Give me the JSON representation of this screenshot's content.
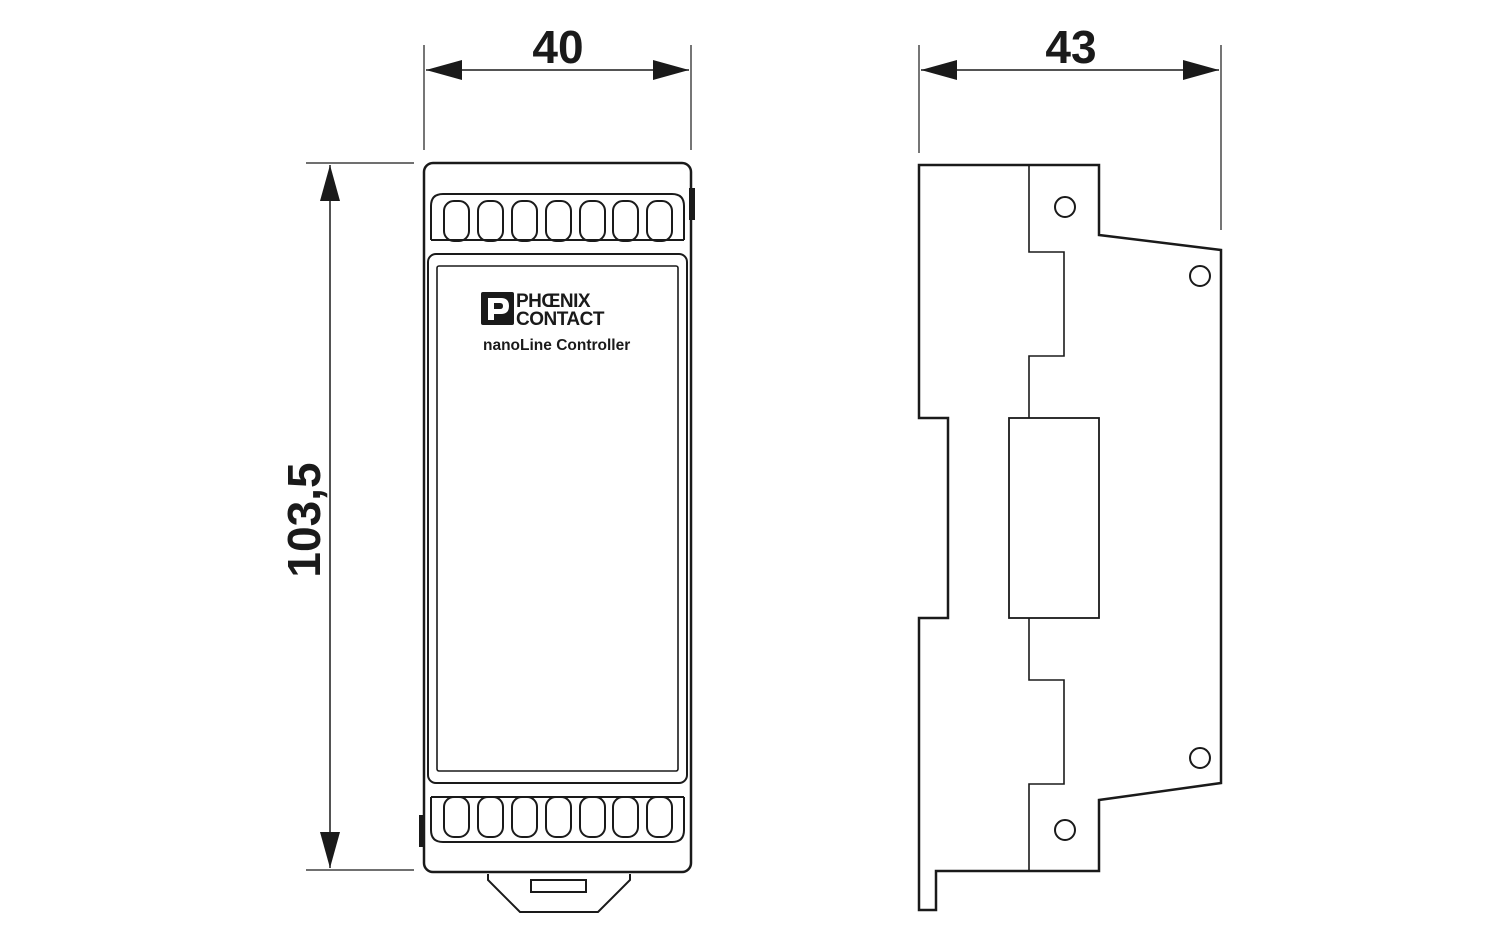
{
  "dimensions": {
    "front_width": "40",
    "front_height": "103,5",
    "side_depth": "43"
  },
  "label": {
    "brand_line1": "PHŒNIX",
    "brand_line2": "CONTACT",
    "product": "nanoLine Controller"
  },
  "colors": {
    "line": "#1a1a1a",
    "background": "#ffffff"
  }
}
